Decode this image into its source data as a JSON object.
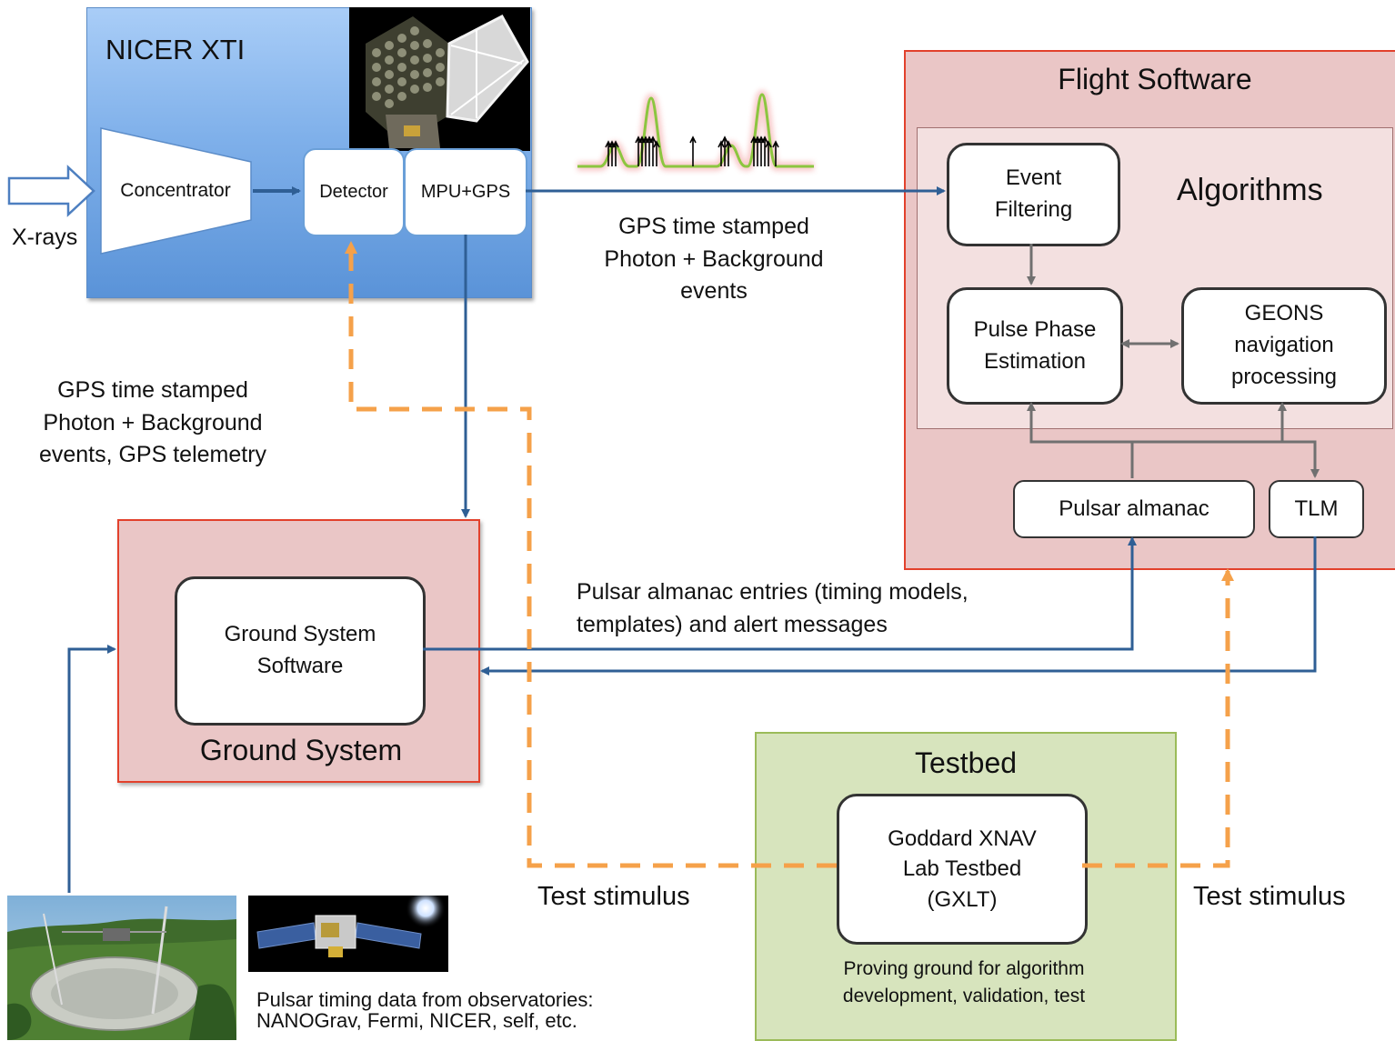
{
  "nicer": {
    "title": "NICER XTI",
    "concentrator": "Concentrator",
    "detector": "Detector",
    "mpu": "MPU+GPS",
    "xrays": "X-rays"
  },
  "flight": {
    "title": "Flight Software",
    "algorithms": "Algorithms",
    "event_filtering": [
      "Event",
      "Filtering"
    ],
    "pulse_phase": [
      "Pulse Phase",
      "Estimation"
    ],
    "geons": [
      "GEONS",
      "navigation",
      "processing"
    ],
    "almanac": "Pulsar almanac",
    "tlm": "TLM"
  },
  "labels": {
    "top_events": [
      "GPS time stamped",
      "Photon + Background",
      "events"
    ],
    "left_events": [
      "GPS time stamped",
      "Photon + Background",
      "events, GPS telemetry"
    ],
    "almanac_entries": [
      "Pulsar almanac entries (timing models,",
      "templates) and alert messages"
    ],
    "test_stimulus_left": "Test stimulus",
    "test_stimulus_right": "Test stimulus"
  },
  "ground": {
    "title": "Ground System",
    "software": [
      "Ground System",
      "Software"
    ]
  },
  "testbed": {
    "title": "Testbed",
    "gxlt": [
      "Goddard XNAV",
      "Lab Testbed",
      "(GXLT)"
    ],
    "caption": [
      "Proving ground for algorithm",
      "development, validation, test"
    ]
  },
  "observatories": {
    "caption": [
      "Pulsar timing data from observatories:",
      "NANOGrav, Fermi, NICER, self, etc."
    ]
  },
  "colors": {
    "flow_blue": "#2f5f95",
    "flow_gray": "#707070",
    "test_orange": "#f5a14a",
    "panel_red_border": "#e2412c"
  }
}
